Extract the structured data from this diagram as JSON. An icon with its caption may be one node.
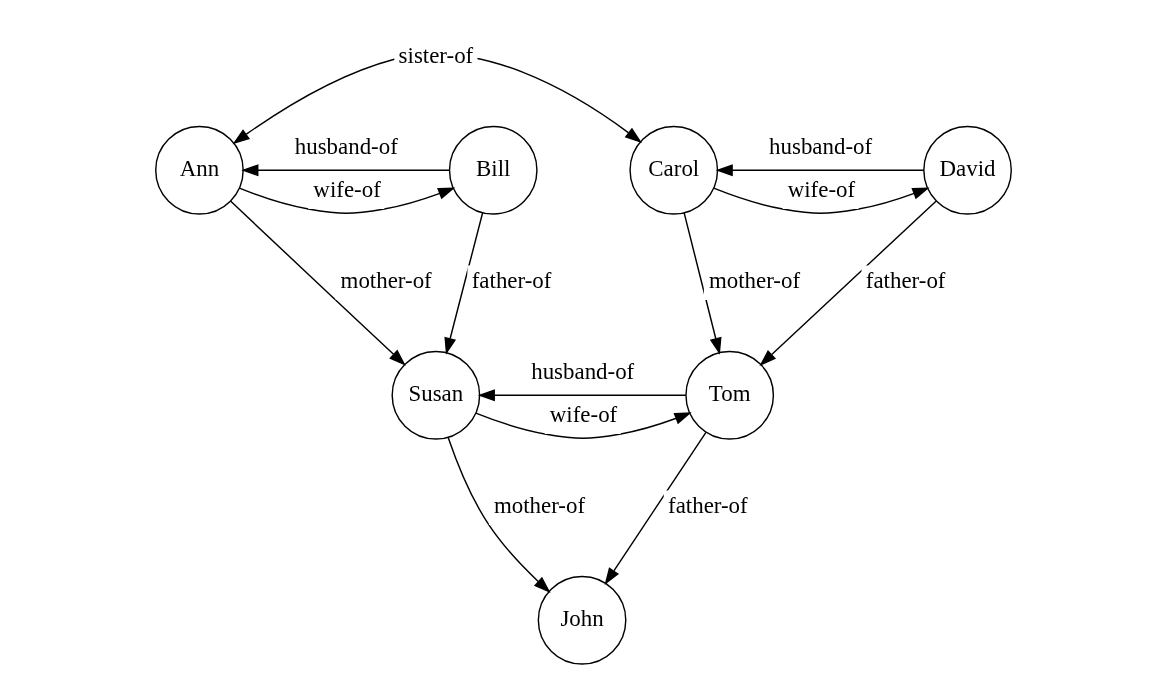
{
  "diagram": {
    "nodes": [
      {
        "text": [
          "Ann"
        ]
      },
      {
        "text": [
          "Bill"
        ]
      },
      {
        "text": [
          "Carol"
        ]
      },
      {
        "text": [
          "David"
        ]
      },
      {
        "text": [
          "Susan"
        ]
      },
      {
        "text": [
          "Tom"
        ]
      },
      {
        "text": [
          "John"
        ]
      }
    ],
    "edges": [
      {
        "from": 0,
        "to": 1,
        "arrow": "to",
        "label": "wife-of"
      },
      {
        "from": 1,
        "to": 0,
        "arrow": "to",
        "label": "husband-of"
      },
      {
        "from": 0,
        "to": 2,
        "arrow": "both",
        "label": "sister-of"
      },
      {
        "from": 2,
        "to": 3,
        "arrow": "to",
        "label": "wife-of"
      },
      {
        "from": 3,
        "to": 2,
        "arrow": "to",
        "label": "husband-of"
      },
      {
        "from": 0,
        "to": 4,
        "arrow": "to",
        "label": "mother-of"
      },
      {
        "from": 1,
        "to": 4,
        "arrow": "to",
        "label": "father-of"
      },
      {
        "from": 2,
        "to": 5,
        "arrow": "to",
        "label": "mother-of"
      },
      {
        "from": 3,
        "to": 5,
        "arrow": "to",
        "label": "father-of"
      },
      {
        "from": 4,
        "to": 5,
        "arrow": "to",
        "label": "wife-of"
      },
      {
        "from": 5,
        "to": 4,
        "arrow": "to",
        "label": "husband-of"
      },
      {
        "from": 4,
        "to": 6,
        "arrow": "to",
        "label": "mother-of"
      },
      {
        "from": 5,
        "to": 6,
        "arrow": "to",
        "label": "father-of"
      }
    ]
  }
}
